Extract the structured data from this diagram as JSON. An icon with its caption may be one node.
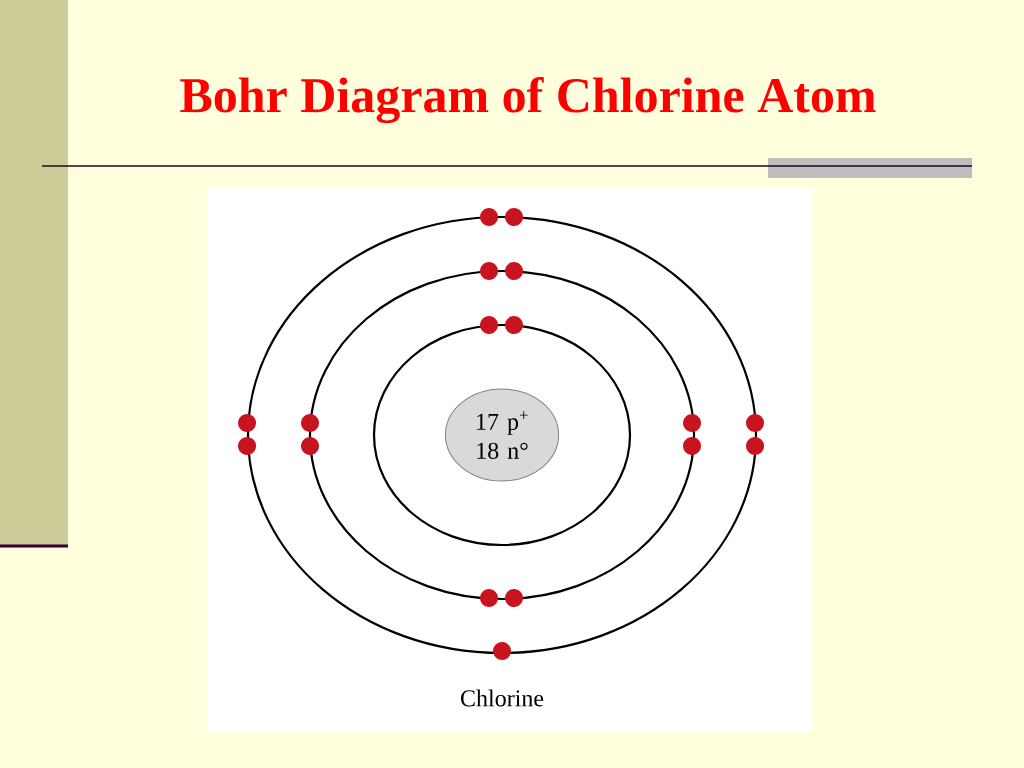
{
  "diagram": {
    "title": "Bohr Diagram of Chlorine Atom",
    "nodes": [
      {
        "text": [
          "17 p$^{+}$ 18 n°"
        ]
      }
    ],
    "labels": [
      "Chlorine"
    ]
  }
}
